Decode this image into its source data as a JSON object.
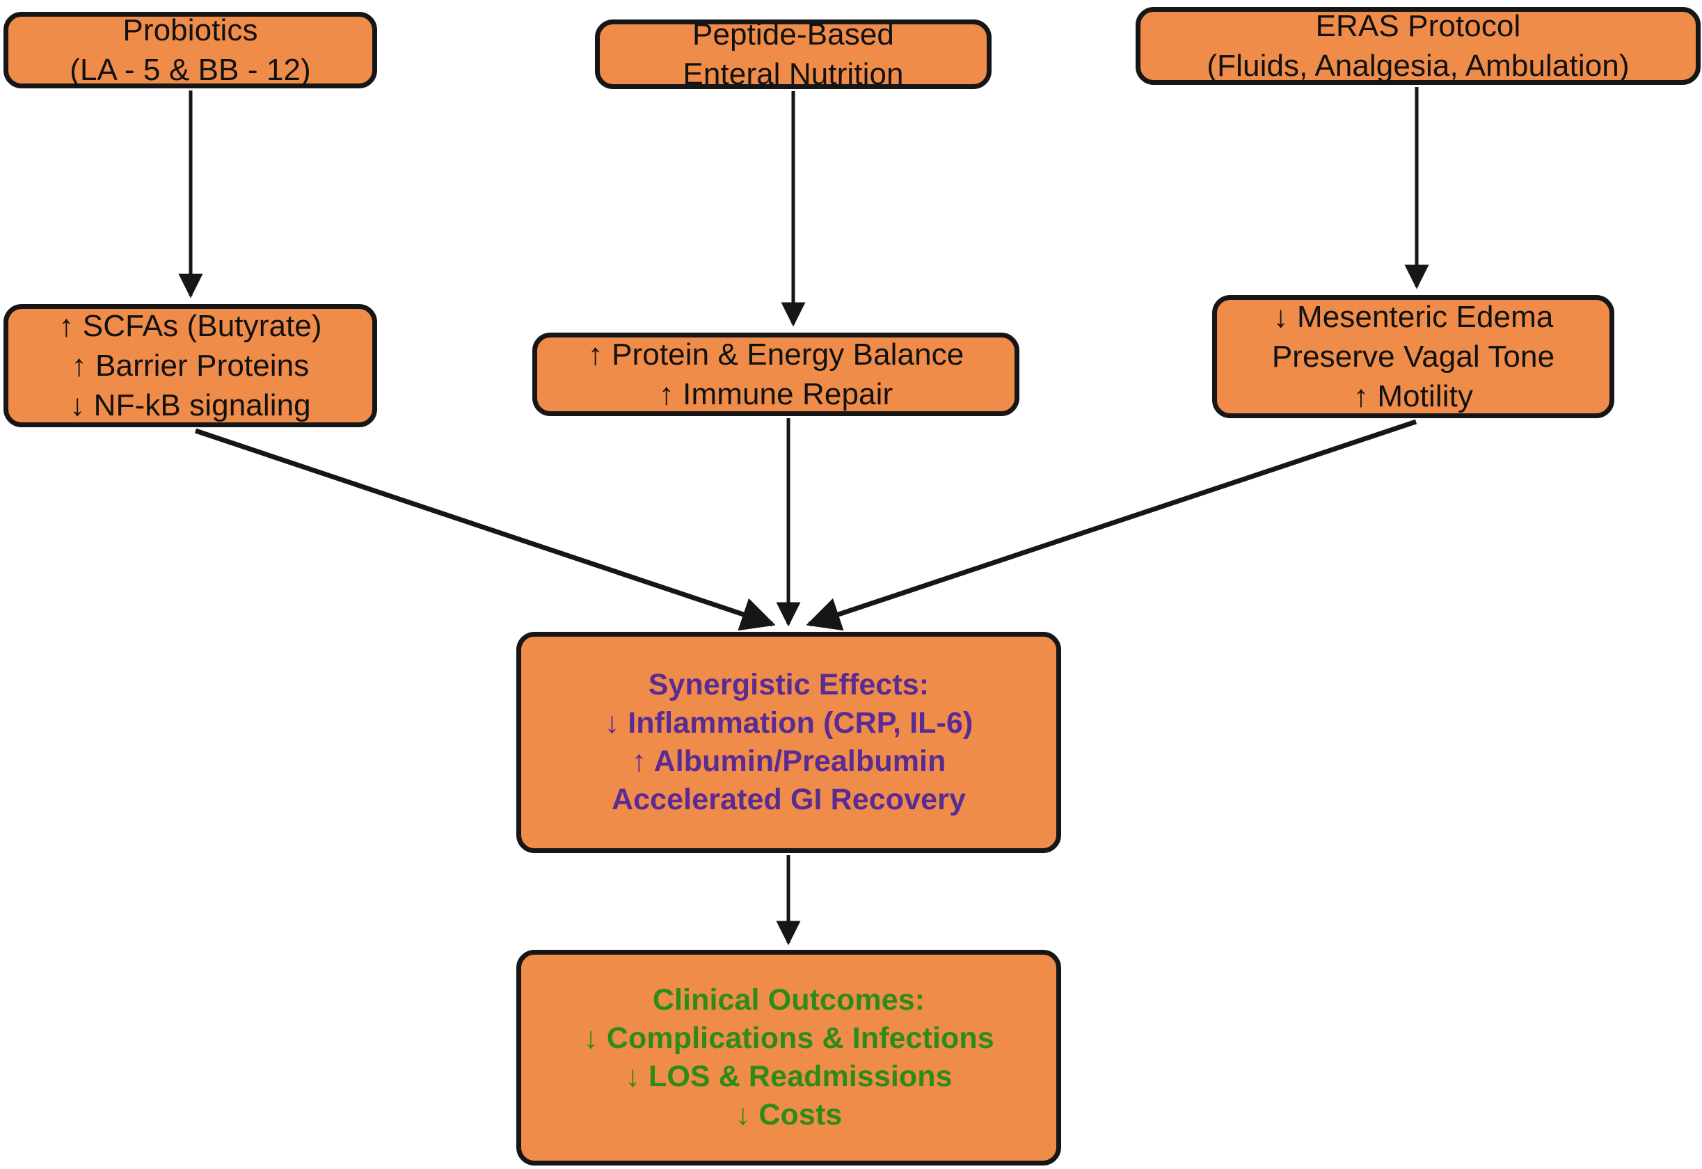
{
  "diagram": {
    "title": "Perioperative synbiotic, nutrition and ERAS mechanism flowchart",
    "colors": {
      "node_fill": "#F08C4A",
      "node_border": "#161616",
      "edge": "#161616",
      "synergy_text": "#5A2B93",
      "outcome_text": "#2D8B18",
      "default_text": "#111111",
      "background": "#FFFFFF"
    },
    "nodes": [
      {
        "id": "probiotics",
        "lines": [
          "Probiotics",
          "(LA - 5 & BB - 12)"
        ],
        "style": "plain"
      },
      {
        "id": "peptide",
        "lines": [
          "Peptide-Based",
          "Enteral Nutrition"
        ],
        "style": "plain"
      },
      {
        "id": "eras",
        "lines": [
          "ERAS Protocol",
          "(Fluids, Analgesia, Ambulation)"
        ],
        "style": "plain"
      },
      {
        "id": "scfas",
        "lines": [
          "↑ SCFAs (Butyrate)",
          "↑ Barrier Proteins",
          "↓ NF-kB signaling"
        ],
        "style": "plain"
      },
      {
        "id": "protein",
        "lines": [
          "↑ Protein & Energy Balance",
          "↑ Immune Repair"
        ],
        "style": "plain"
      },
      {
        "id": "mesenteric",
        "lines": [
          "↓ Mesenteric Edema",
          "Preserve Vagal Tone",
          "↑ Motility"
        ],
        "style": "plain"
      },
      {
        "id": "synergistic",
        "lines": [
          "Synergistic Effects:",
          "↓ Inflammation (CRP, IL-6)",
          "↑ Albumin/Prealbumin",
          "Accelerated GI Recovery"
        ],
        "style": "emphasis-purple"
      },
      {
        "id": "outcomes",
        "lines": [
          "Clinical Outcomes:",
          "↓ Complications & Infections",
          "↓ LOS & Readmissions",
          "↓ Costs"
        ],
        "style": "emphasis-green"
      }
    ],
    "edges": [
      {
        "id": "e1",
        "from": "probiotics",
        "to": "scfas",
        "label": ""
      },
      {
        "id": "e2",
        "from": "peptide",
        "to": "protein",
        "label": ""
      },
      {
        "id": "e3",
        "from": "eras",
        "to": "mesenteric",
        "label": ""
      },
      {
        "id": "e4",
        "from": "scfas",
        "to": "synergistic",
        "label": ""
      },
      {
        "id": "e5",
        "from": "protein",
        "to": "synergistic",
        "label": ""
      },
      {
        "id": "e6",
        "from": "mesenteric",
        "to": "synergistic",
        "label": ""
      },
      {
        "id": "e7",
        "from": "synergistic",
        "to": "outcomes",
        "label": ""
      }
    ]
  }
}
